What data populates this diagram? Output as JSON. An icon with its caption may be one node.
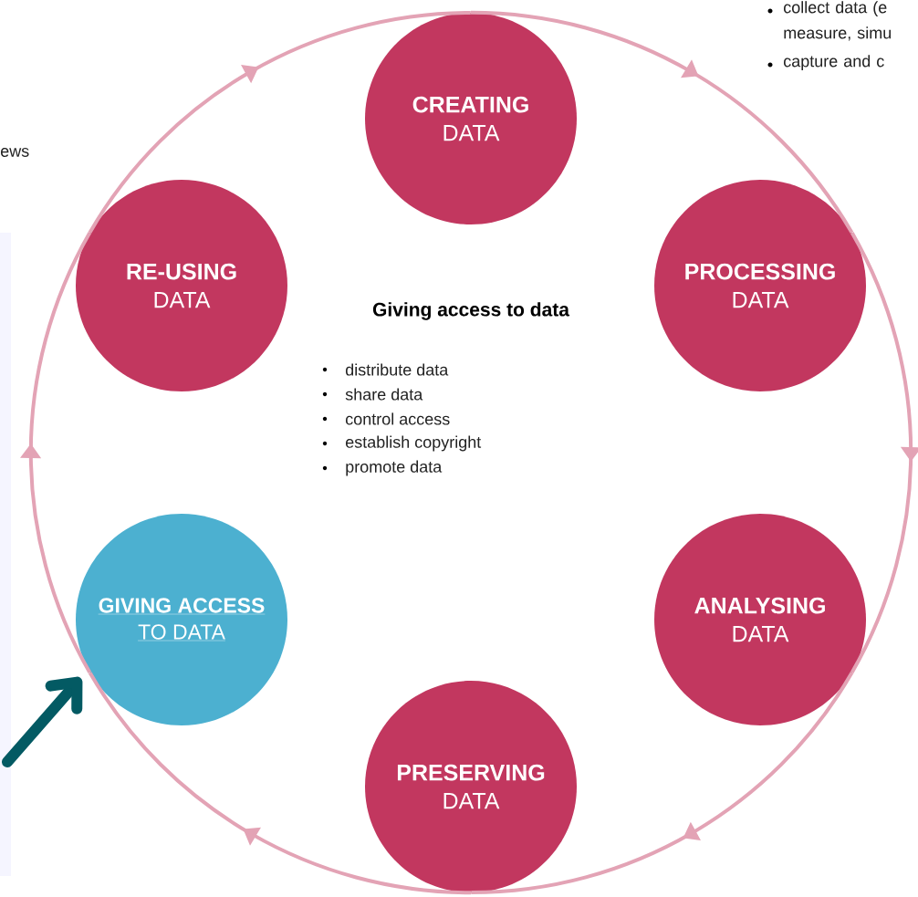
{
  "diagram": {
    "nodes": [
      {
        "text": [
          "CREATING",
          "DATA"
        ]
      },
      {
        "text": [
          "PROCESSING",
          "DATA"
        ]
      },
      {
        "text": [
          "ANALYSING",
          "DATA"
        ]
      },
      {
        "text": [
          "PRESERVING",
          "DATA"
        ]
      },
      {
        "text": [
          "GIVING ACCESS",
          "TO DATA"
        ]
      },
      {
        "text": [
          "RE-USING",
          "DATA"
        ]
      }
    ],
    "edges": [
      {
        "from": 0,
        "to": 1,
        "arrow": "to"
      },
      {
        "from": 1,
        "to": 2,
        "arrow": "to"
      },
      {
        "from": 2,
        "to": 3,
        "arrow": "to"
      },
      {
        "from": 3,
        "to": 4,
        "arrow": "to"
      },
      {
        "from": 4,
        "to": 5,
        "arrow": "to"
      },
      {
        "from": 5,
        "to": 0,
        "arrow": "to"
      },
      {
        "from": null,
        "to": 4,
        "arrow": "to",
        "style": "thick",
        "color": "#035a63"
      }
    ],
    "labels": [
      "collect data (e measure, simu",
      "capture and c",
      "ews",
      "Giving access to data",
      "distribute data",
      "share data",
      "control access",
      "establish copyright",
      "promote data"
    ]
  }
}
